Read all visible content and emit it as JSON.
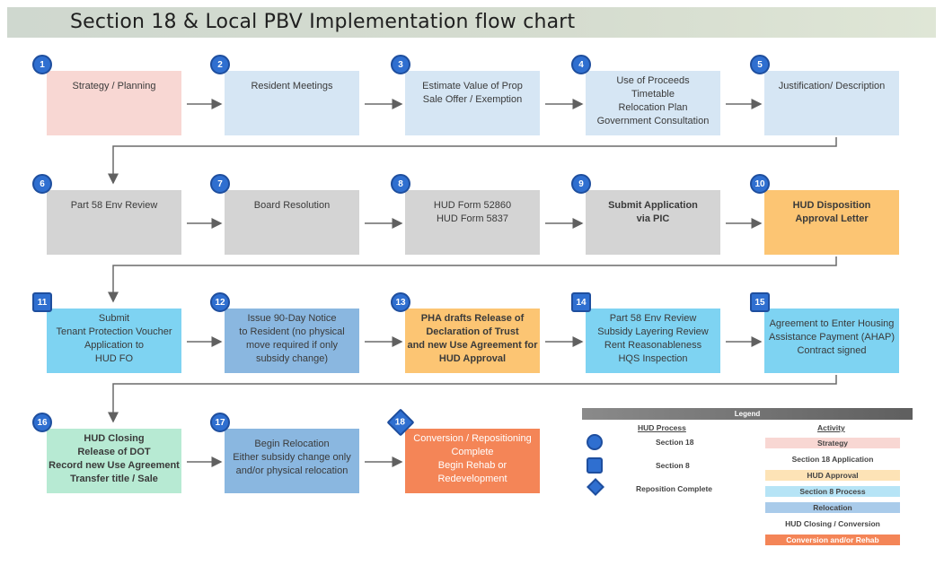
{
  "title": "Section 18 & Local PBV Implementation flow chart",
  "colors": {
    "strategy": "#f8d7d3",
    "application": "#d6e6f4",
    "board": "#d4d4d4",
    "approval": "#fcc573",
    "section8": "#7ed3f2",
    "relocation": "#8ab7e0",
    "closing": "#b7ead3",
    "conversion": "#f48557",
    "badge": "#2f6fd0"
  },
  "steps": [
    {
      "num": "1",
      "shape": "circle",
      "lines": [
        "Strategy / Planning"
      ]
    },
    {
      "num": "2",
      "shape": "circle",
      "lines": [
        "Resident Meetings"
      ]
    },
    {
      "num": "3",
      "shape": "circle",
      "lines": [
        "Estimate Value of Prop",
        "Sale Offer / Exemption"
      ]
    },
    {
      "num": "4",
      "shape": "circle",
      "lines": [
        "Use of Proceeds",
        "Timetable",
        "Relocation Plan",
        "Government Consultation"
      ]
    },
    {
      "num": "5",
      "shape": "circle",
      "lines": [
        "Justification/ Description"
      ]
    },
    {
      "num": "6",
      "shape": "circle",
      "lines": [
        "Part 58 Env Review"
      ]
    },
    {
      "num": "7",
      "shape": "circle",
      "lines": [
        "Board Resolution"
      ]
    },
    {
      "num": "8",
      "shape": "circle",
      "lines": [
        "HUD Form 52860",
        "HUD Form 5837"
      ]
    },
    {
      "num": "9",
      "shape": "circle",
      "lines": [
        "Submit Application",
        "via PIC"
      ]
    },
    {
      "num": "10",
      "shape": "circle",
      "lines": [
        "HUD Disposition",
        "Approval Letter"
      ]
    },
    {
      "num": "11",
      "shape": "square",
      "lines": [
        "Submit",
        "Tenant Protection Voucher",
        "Application to",
        "HUD FO"
      ]
    },
    {
      "num": "12",
      "shape": "circle",
      "lines": [
        "Issue 90-Day Notice",
        "to Resident (no physical",
        "move required if only",
        "subsidy change)"
      ]
    },
    {
      "num": "13",
      "shape": "circle",
      "lines": [
        "PHA drafts Release of",
        "Declaration of Trust",
        "and new Use Agreement for",
        "HUD Approval"
      ]
    },
    {
      "num": "14",
      "shape": "square",
      "lines": [
        "Part 58 Env Review",
        "Subsidy Layering Review",
        "Rent Reasonableness",
        "HQS Inspection"
      ]
    },
    {
      "num": "15",
      "shape": "square",
      "lines": [
        "Agreement to Enter Housing",
        "Assistance Payment (AHAP)",
        "Contract signed"
      ]
    },
    {
      "num": "16",
      "shape": "circle",
      "lines": [
        "HUD Closing",
        "Release of DOT",
        "Record new Use Agreement",
        "Transfer title / Sale"
      ]
    },
    {
      "num": "17",
      "shape": "circle",
      "lines": [
        "Begin Relocation",
        "Either subsidy change only",
        "and/or physical relocation"
      ]
    },
    {
      "num": "18",
      "shape": "diamond",
      "lines": [
        "Conversion / Repositioning",
        "Complete",
        "Begin Rehab or",
        "Redevelopment"
      ]
    }
  ],
  "legend": {
    "header": "Legend",
    "process_title": "HUD Process",
    "activity_title": "Activity",
    "process": [
      {
        "shape": "circle",
        "label": "Section 18"
      },
      {
        "shape": "square",
        "label": "Section 8"
      },
      {
        "shape": "diamond",
        "label": "Reposition Complete"
      }
    ],
    "activity": [
      {
        "label": "Strategy",
        "color": "#f8d7d3"
      },
      {
        "label": "Section 18 Application",
        "color": "#ffffff"
      },
      {
        "label": "HUD Approval",
        "color": "#fde3b6"
      },
      {
        "label": "Section 8 Process",
        "color": "#b6e4f6"
      },
      {
        "label": "Relocation",
        "color": "#a9cbea"
      },
      {
        "label": "HUD Closing / Conversion",
        "color": "#ffffff"
      },
      {
        "label": "Conversion and/or Rehab",
        "color": "#f48557"
      }
    ]
  }
}
